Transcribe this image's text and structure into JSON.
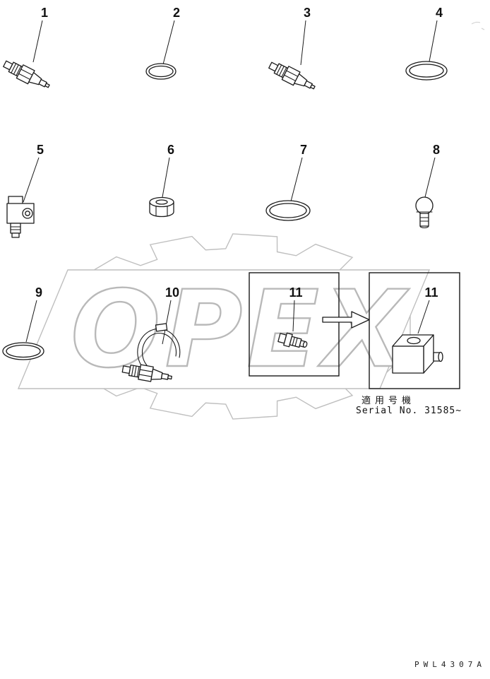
{
  "watermark": {
    "text": "OPEX"
  },
  "annotation": {
    "applicable_jp": "適用号機",
    "serial": "Serial No. 31585~"
  },
  "footer": {
    "code": "PWL4307A"
  },
  "parts": [
    {
      "label": "1"
    },
    {
      "label": "2"
    },
    {
      "label": "3"
    },
    {
      "label": "4"
    },
    {
      "label": "5"
    },
    {
      "label": "6"
    },
    {
      "label": "7"
    },
    {
      "label": "8"
    },
    {
      "label": "9"
    },
    {
      "label": "10"
    },
    {
      "label": "11"
    },
    {
      "label": "11"
    }
  ]
}
